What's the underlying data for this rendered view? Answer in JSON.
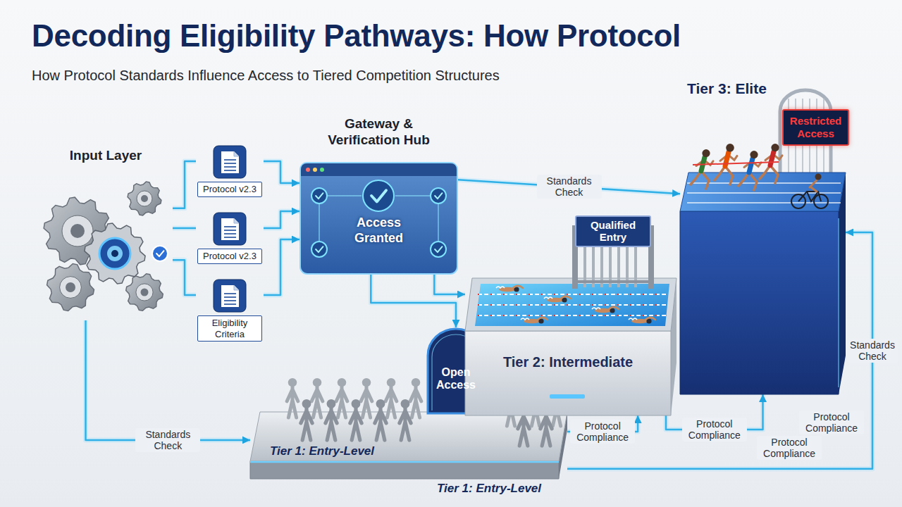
{
  "diagram": {
    "title": "Decoding Eligibility Pathways: How Protocol",
    "nodes": [
      {
        "text": [
          "Input Layer"
        ]
      },
      {
        "text": [
          "Protocol v2.3"
        ]
      },
      {
        "text": [
          "Protocol v2.3"
        ]
      },
      {
        "text": [
          "Eligibility Criteria"
        ]
      },
      {
        "text": [
          "Gateway & Verification Hub",
          "Access Granted"
        ]
      },
      {
        "text": [
          "Tier 1: Entry-Level"
        ]
      },
      {
        "text": [
          "Open Access"
        ],
        "in": 5
      },
      {
        "text": [
          "Tier 2: Intermediate"
        ]
      },
      {
        "text": [
          "Qualified Entry"
        ],
        "in": 7
      },
      {
        "text": [
          "Tier 3: Elite"
        ]
      },
      {
        "text": [
          "Restricted Access"
        ],
        "in": 9
      }
    ],
    "edges": [
      {
        "from": 0,
        "to": 1,
        "arrow": "none"
      },
      {
        "from": 0,
        "to": 2,
        "arrow": "none"
      },
      {
        "from": 0,
        "to": 3,
        "arrow": "none"
      },
      {
        "from": 1,
        "to": 4,
        "arrow": "to"
      },
      {
        "from": 2,
        "to": 4,
        "arrow": "to"
      },
      {
        "from": 3,
        "to": 4,
        "arrow": "to"
      },
      {
        "from": 4,
        "to": 9,
        "label": "Standards Check",
        "arrow": "to"
      },
      {
        "from": 4,
        "to": 7,
        "arrow": "to"
      },
      {
        "from": 4,
        "to": 6,
        "arrow": "to"
      },
      {
        "from": 0,
        "to": 5,
        "label": "Standards Check",
        "arrow": "to"
      },
      {
        "from": 5,
        "to": 7,
        "label": "Protocol Compliance",
        "arrow": "to"
      },
      {
        "from": 7,
        "to": 9,
        "label": "Protocol Compliance",
        "arrow": "to"
      },
      {
        "from": 5,
        "to": 9,
        "label": "Standards Check",
        "arrow": "to"
      }
    ],
    "labels": [
      "How Protocol Standards Influence Access to Tiered Competition Structures",
      "Tier 1: Entry-Level",
      "Protocol Compliance",
      "Protocol Compliance"
    ]
  }
}
